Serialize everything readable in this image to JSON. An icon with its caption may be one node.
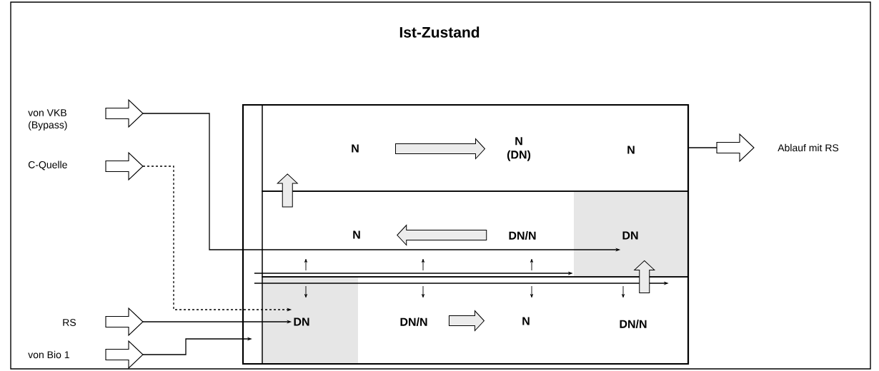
{
  "diagram": {
    "title": "Ist-Zustand",
    "nodes": [
      {
        "text": [
          "von VKB (Bypass)"
        ]
      },
      {
        "text": [
          "C-Quelle"
        ]
      },
      {
        "text": [
          "RS"
        ]
      },
      {
        "text": [
          "von Bio 1"
        ]
      },
      {
        "text": [],
        "shape": "box"
      },
      {
        "text": [],
        "shape": "box",
        "in": 4
      },
      {
        "text": [
          "N"
        ],
        "in": 5
      },
      {
        "text": [
          "N (DN)"
        ],
        "in": 5
      },
      {
        "text": [
          "N"
        ],
        "in": 5
      },
      {
        "text": [],
        "shape": "box",
        "in": 4
      },
      {
        "text": [
          "N"
        ],
        "in": 9
      },
      {
        "text": [
          "DN/N"
        ],
        "in": 9
      },
      {
        "text": [
          "DN"
        ],
        "in": 9
      },
      {
        "text": [],
        "shape": "box",
        "in": 4
      },
      {
        "text": [
          "DN"
        ],
        "in": 13
      },
      {
        "text": [
          "DN/N"
        ],
        "in": 13
      },
      {
        "text": [
          "N"
        ],
        "in": 13
      },
      {
        "text": [
          "DN/N"
        ],
        "in": 13
      },
      {
        "text": [
          "Ablauf mit RS"
        ]
      }
    ],
    "edges": [
      {
        "from": 0,
        "to": 12,
        "arrow": "to"
      },
      {
        "from": 1,
        "to": 14,
        "arrow": "to",
        "style": "dashed"
      },
      {
        "from": 2,
        "to": 14,
        "arrow": "to"
      },
      {
        "from": 3,
        "to": 4,
        "arrow": "to"
      },
      {
        "from": 4,
        "to": 9,
        "arrow": "to"
      },
      {
        "from": 4,
        "to": 13,
        "arrow": "to"
      },
      {
        "from": 6,
        "to": 7,
        "arrow": "to"
      },
      {
        "from": 11,
        "to": 10,
        "arrow": "to"
      },
      {
        "from": 15,
        "to": 16,
        "arrow": "to"
      },
      {
        "from": 9,
        "to": 5,
        "arrow": "to"
      },
      {
        "from": 13,
        "to": 9,
        "arrow": "to"
      },
      {
        "from": 4,
        "to": 18,
        "arrow": "none"
      }
    ]
  }
}
